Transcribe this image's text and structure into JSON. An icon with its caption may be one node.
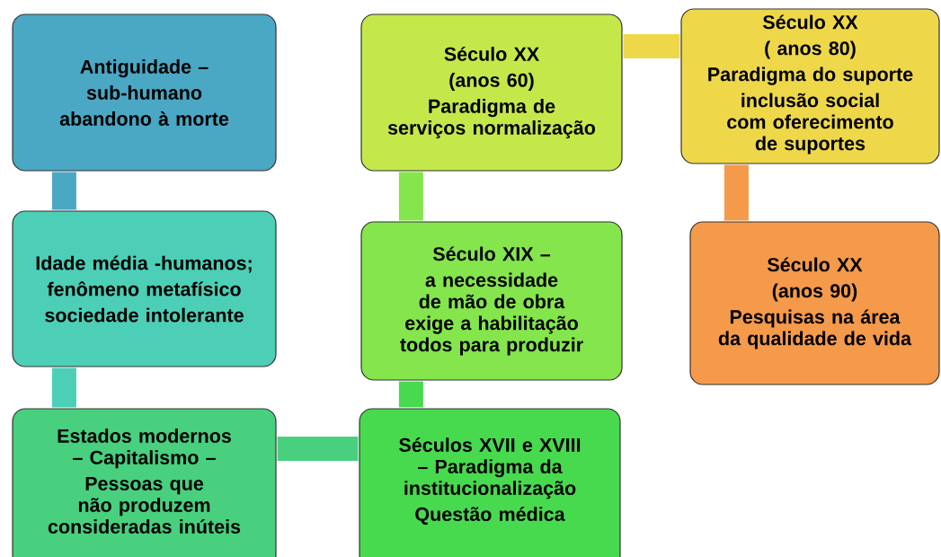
{
  "diagram": {
    "nodes": [
      {
        "text": [
          "Antiguidade –",
          "sub-humano",
          "abandono à morte"
        ]
      },
      {
        "text": [
          "Idade média -humanos;",
          "fenômeno metafísico",
          "sociedade intolerante"
        ]
      },
      {
        "text": [
          "Estados modernos – Capitalismo –",
          "Pessoas que não produzem consideradas inúteis"
        ]
      },
      {
        "text": [
          "Séculos XVII e XVIII – Paradigma da institucionalização",
          "Questão médica"
        ]
      },
      {
        "text": [
          "Século XIX –",
          "a necessidade de mão de obra exige a habilitação todos para produzir"
        ]
      },
      {
        "text": [
          "Século XX",
          "(anos 60)",
          "Paradigma de serviços normalização"
        ]
      },
      {
        "text": [
          "Século XX",
          "( anos  80)",
          "Paradigma do suporte",
          "inclusão social com oferecimento de suportes"
        ]
      },
      {
        "text": [
          "Século XX",
          "(anos 90)",
          "Pesquisas na área da qualidade de vida"
        ]
      }
    ],
    "edges": [
      {
        "from": 0,
        "to": 1,
        "arrow": "none",
        "color": "#4aa8c4"
      },
      {
        "from": 1,
        "to": 2,
        "arrow": "none",
        "color": "#4ccfb6"
      },
      {
        "from": 2,
        "to": 3,
        "arrow": "none",
        "color": "#48d07e"
      },
      {
        "from": 3,
        "to": 4,
        "arrow": "none",
        "color": "#48da4e"
      },
      {
        "from": 4,
        "to": 5,
        "arrow": "none",
        "color": "#84e64c"
      },
      {
        "from": 5,
        "to": 6,
        "arrow": "none",
        "color": "#eed84a"
      },
      {
        "from": 6,
        "to": 7,
        "arrow": "none",
        "color": "#f59a4a"
      }
    ]
  }
}
